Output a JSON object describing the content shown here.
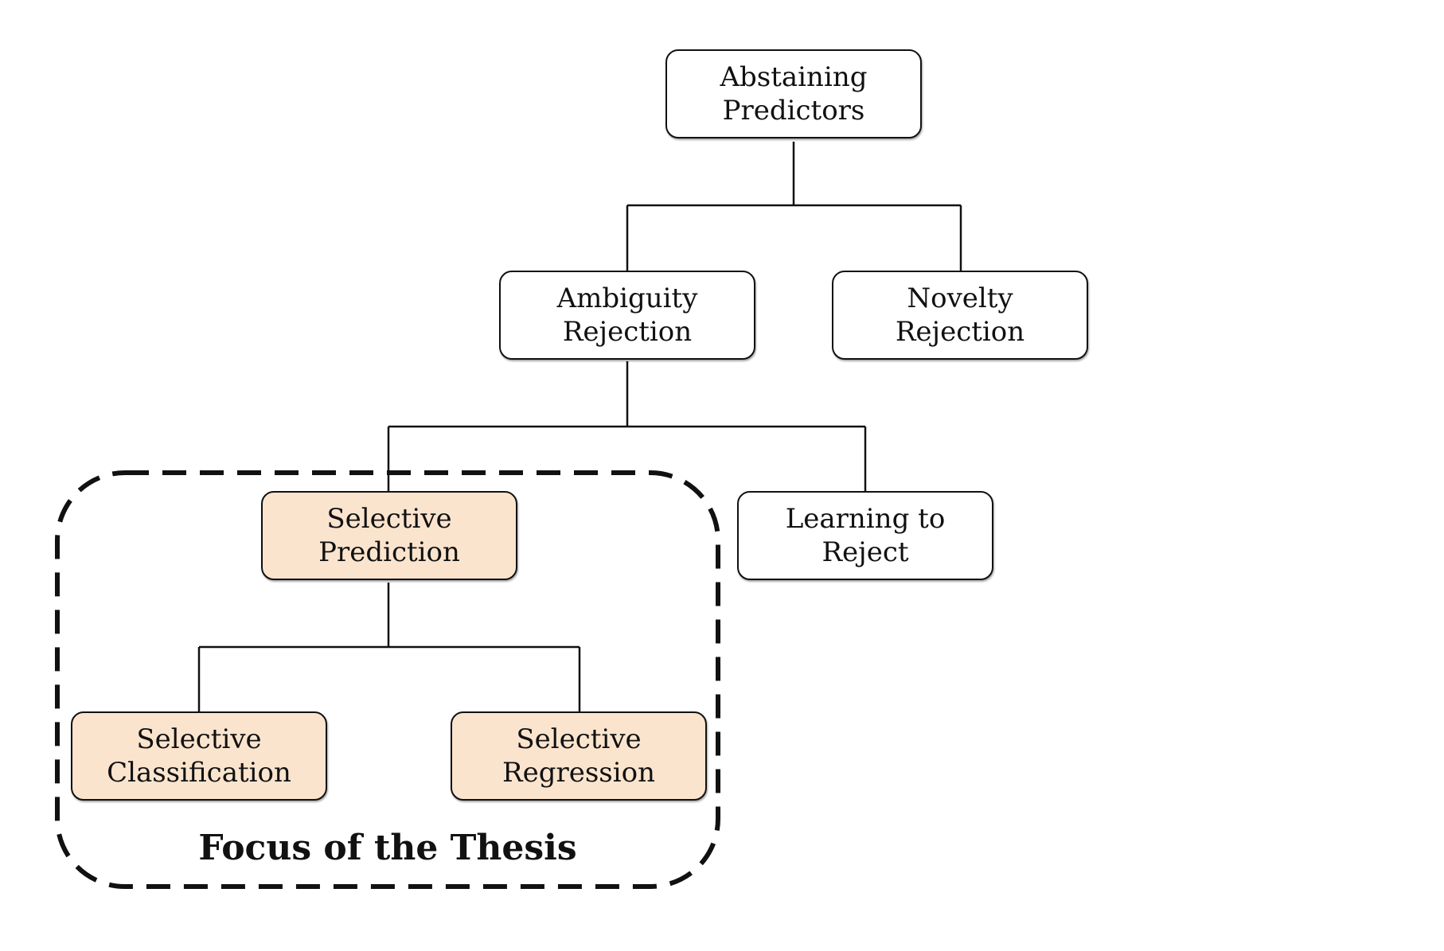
{
  "nodes": {
    "abstaining_predictors": {
      "line1": "Abstaining",
      "line2": "Predictors"
    },
    "ambiguity_rejection": {
      "line1": "Ambiguity",
      "line2": "Rejection"
    },
    "novelty_rejection": {
      "line1": "Novelty",
      "line2": "Rejection"
    },
    "selective_prediction": {
      "line1": "Selective",
      "line2": "Prediction"
    },
    "learning_to_reject": {
      "line1": "Learning to",
      "line2": "Reject"
    },
    "selective_classification": {
      "line1": "Selective",
      "line2": "Classification"
    },
    "selective_regression": {
      "line1": "Selective",
      "line2": "Regression"
    }
  },
  "focus_region": {
    "label": "Focus of the Thesis"
  },
  "colors": {
    "highlight_fill": "#fbe4ce",
    "stroke": "#111111",
    "background": "#ffffff"
  }
}
